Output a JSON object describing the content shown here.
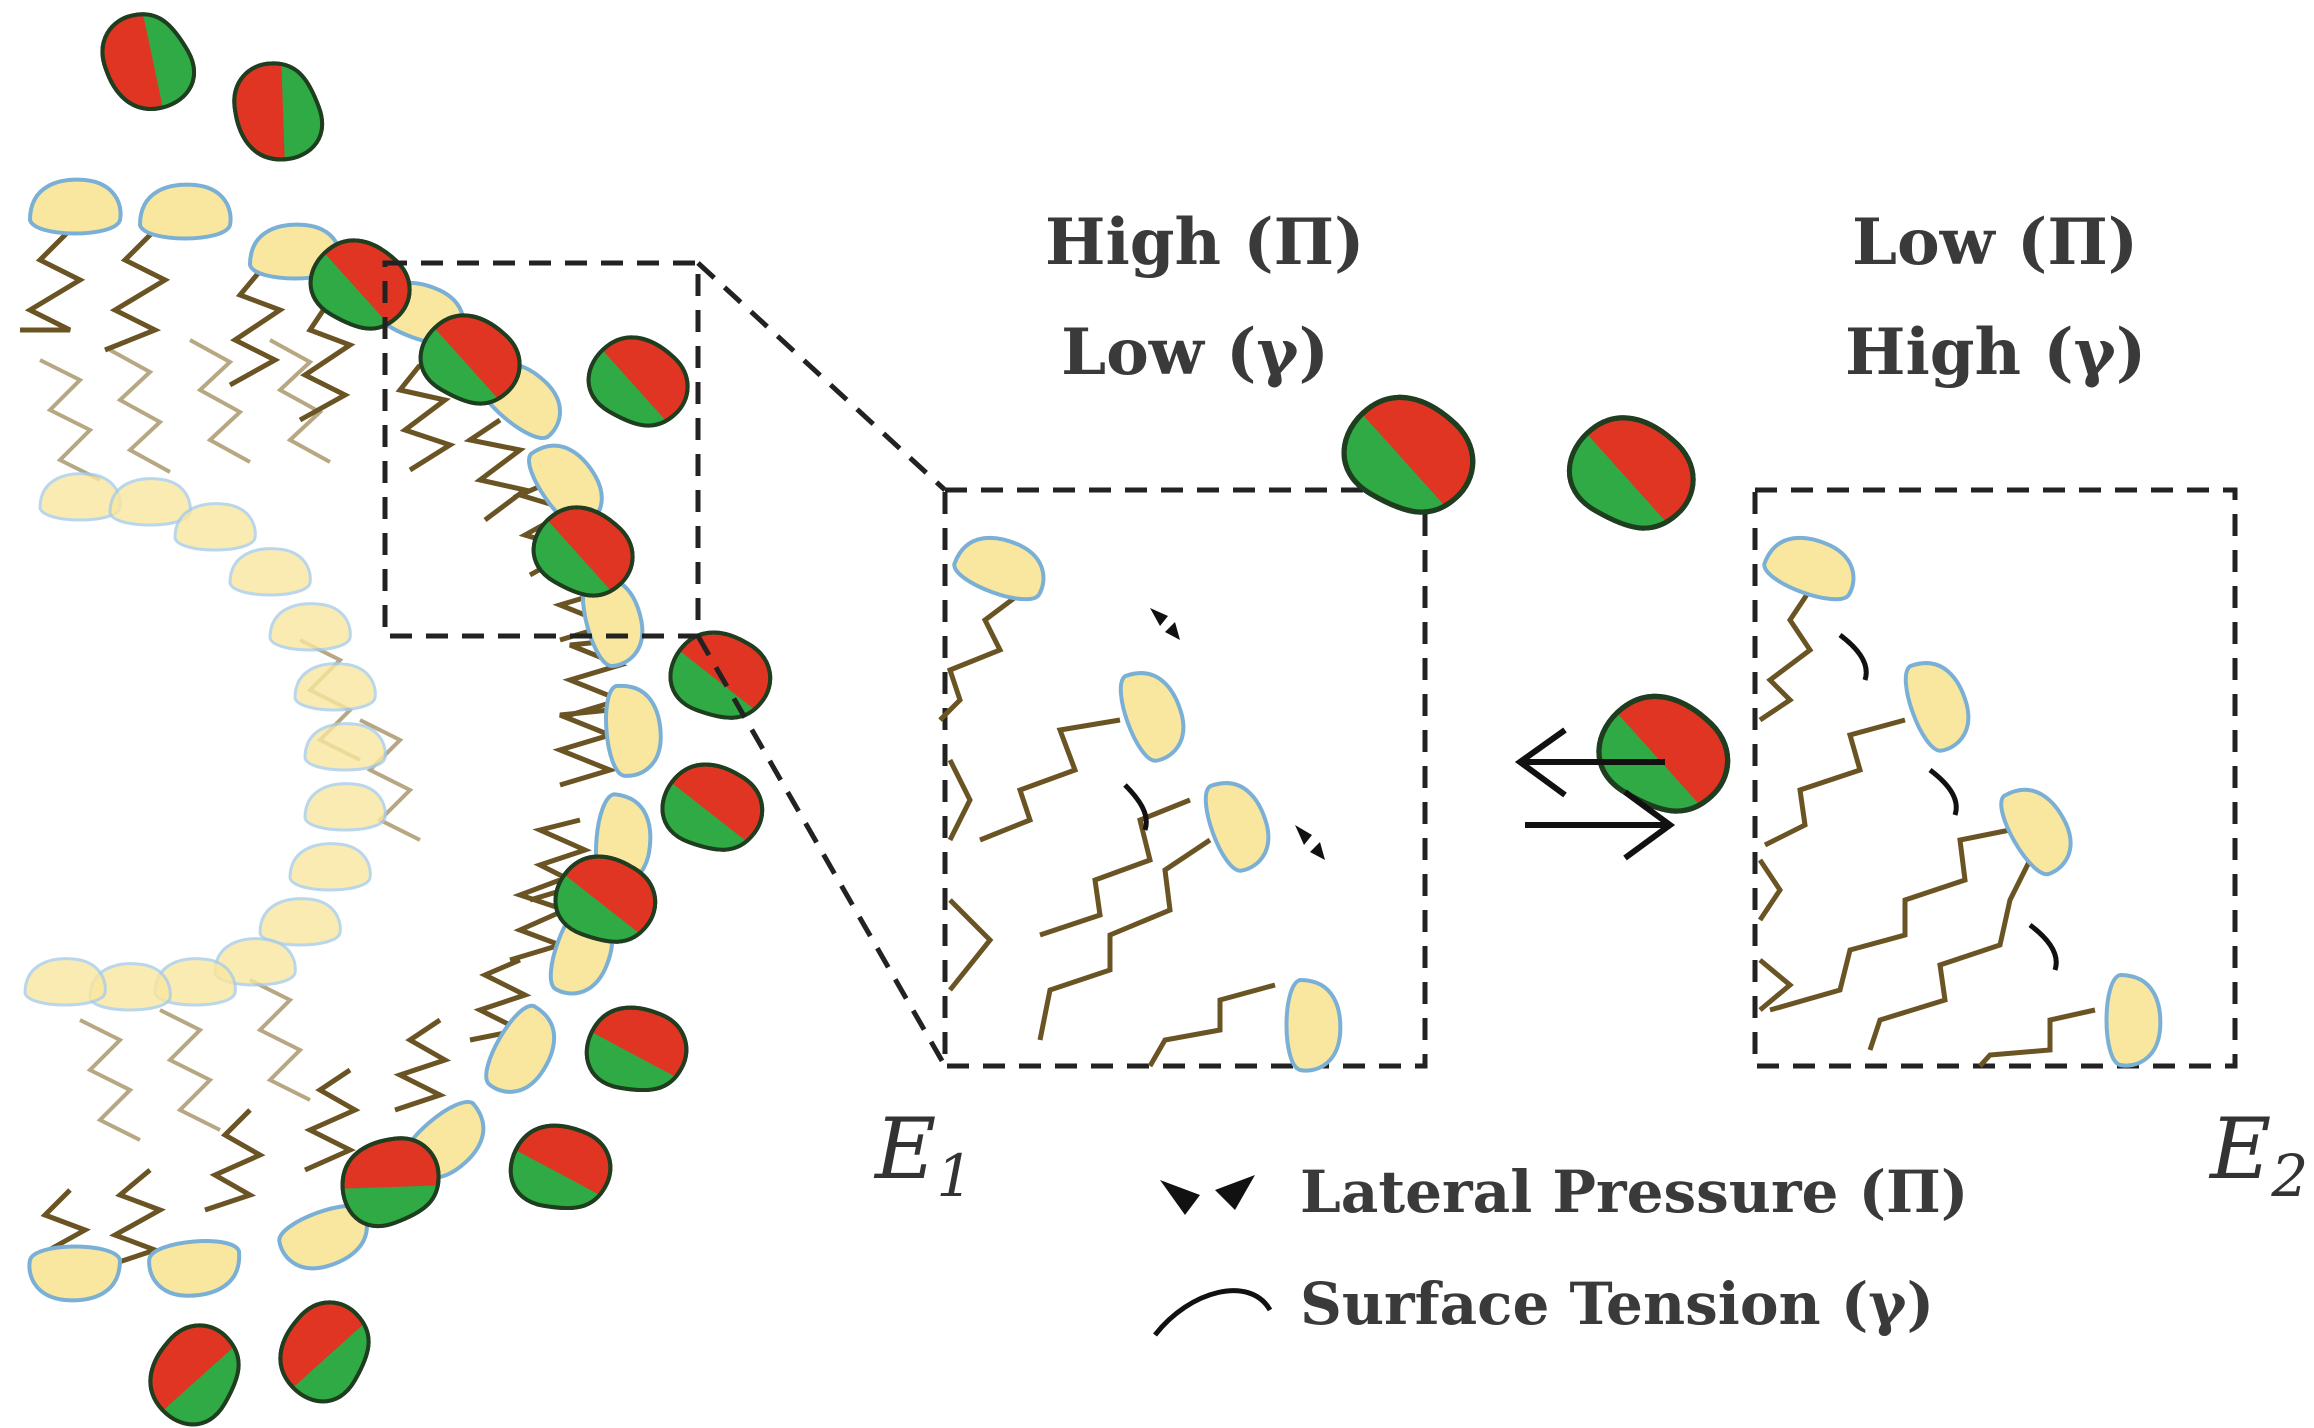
{
  "state1": {
    "line1": "High (Π)",
    "line2": "Low (γ)",
    "label": "E",
    "label_sub": "1"
  },
  "state2": {
    "line1": "Low (Π)",
    "line2": "High (γ)",
    "label": "E",
    "label_sub": "2"
  },
  "legend": {
    "pressure": "Lateral Pressure (Π)",
    "tension": "Surface Tension (γ)"
  },
  "colors": {
    "lipid_head": "#f9e79f",
    "lipid_head_outline": "#7ab0d6",
    "lipid_tail": "#6b5424",
    "protein_green": "#2faa45",
    "protein_red": "#e03523",
    "protein_outline": "#1f3d1f",
    "ink": "#222222"
  },
  "icons": [
    "equilibrium-arrows-icon",
    "pressure-arrows-icon",
    "tension-arc-icon"
  ]
}
